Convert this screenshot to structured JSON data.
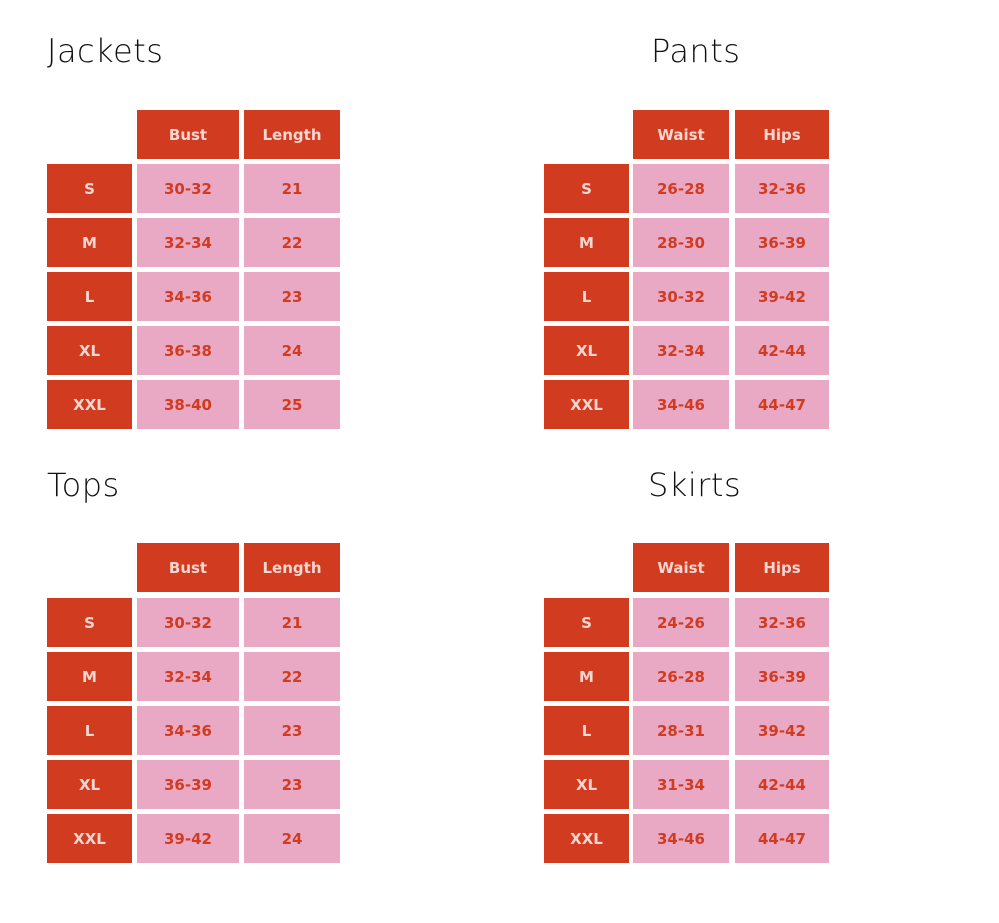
{
  "charts": [
    {
      "title": "Jackets",
      "columns": [
        "Bust",
        "Length"
      ],
      "rows": [
        {
          "size": "S",
          "values": [
            "30-32",
            "21"
          ]
        },
        {
          "size": "M",
          "values": [
            "32-34",
            "22"
          ]
        },
        {
          "size": "L",
          "values": [
            "34-36",
            "23"
          ]
        },
        {
          "size": "XL",
          "values": [
            "36-38",
            "24"
          ]
        },
        {
          "size": "XXL",
          "values": [
            "38-40",
            "25"
          ]
        }
      ]
    },
    {
      "title": "Pants",
      "columns": [
        "Waist",
        "Hips"
      ],
      "rows": [
        {
          "size": "S",
          "values": [
            "26-28",
            "32-36"
          ]
        },
        {
          "size": "M",
          "values": [
            "28-30",
            "36-39"
          ]
        },
        {
          "size": "L",
          "values": [
            "30-32",
            "39-42"
          ]
        },
        {
          "size": "XL",
          "values": [
            "32-34",
            "42-44"
          ]
        },
        {
          "size": "XXL",
          "values": [
            "34-46",
            "44-47"
          ]
        }
      ]
    },
    {
      "title": "Tops",
      "columns": [
        "Bust",
        "Length"
      ],
      "rows": [
        {
          "size": "S",
          "values": [
            "30-32",
            "21"
          ]
        },
        {
          "size": "M",
          "values": [
            "32-34",
            "22"
          ]
        },
        {
          "size": "L",
          "values": [
            "34-36",
            "23"
          ]
        },
        {
          "size": "XL",
          "values": [
            "36-39",
            "23"
          ]
        },
        {
          "size": "XXL",
          "values": [
            "39-42",
            "24"
          ]
        }
      ]
    },
    {
      "title": "Skirts",
      "columns": [
        "Waist",
        "Hips"
      ],
      "rows": [
        {
          "size": "S",
          "values": [
            "24-26",
            "32-36"
          ]
        },
        {
          "size": "M",
          "values": [
            "26-28",
            "36-39"
          ]
        },
        {
          "size": "L",
          "values": [
            "28-31",
            "39-42"
          ]
        },
        {
          "size": "XL",
          "values": [
            "31-34",
            "42-44"
          ]
        },
        {
          "size": "XXL",
          "values": [
            "34-46",
            "44-47"
          ]
        }
      ]
    }
  ],
  "colors": {
    "accent": "#d13b1f",
    "cell_fill": "#e9a9c5",
    "header_text": "#f6d6d0",
    "title_text": "#111111"
  }
}
